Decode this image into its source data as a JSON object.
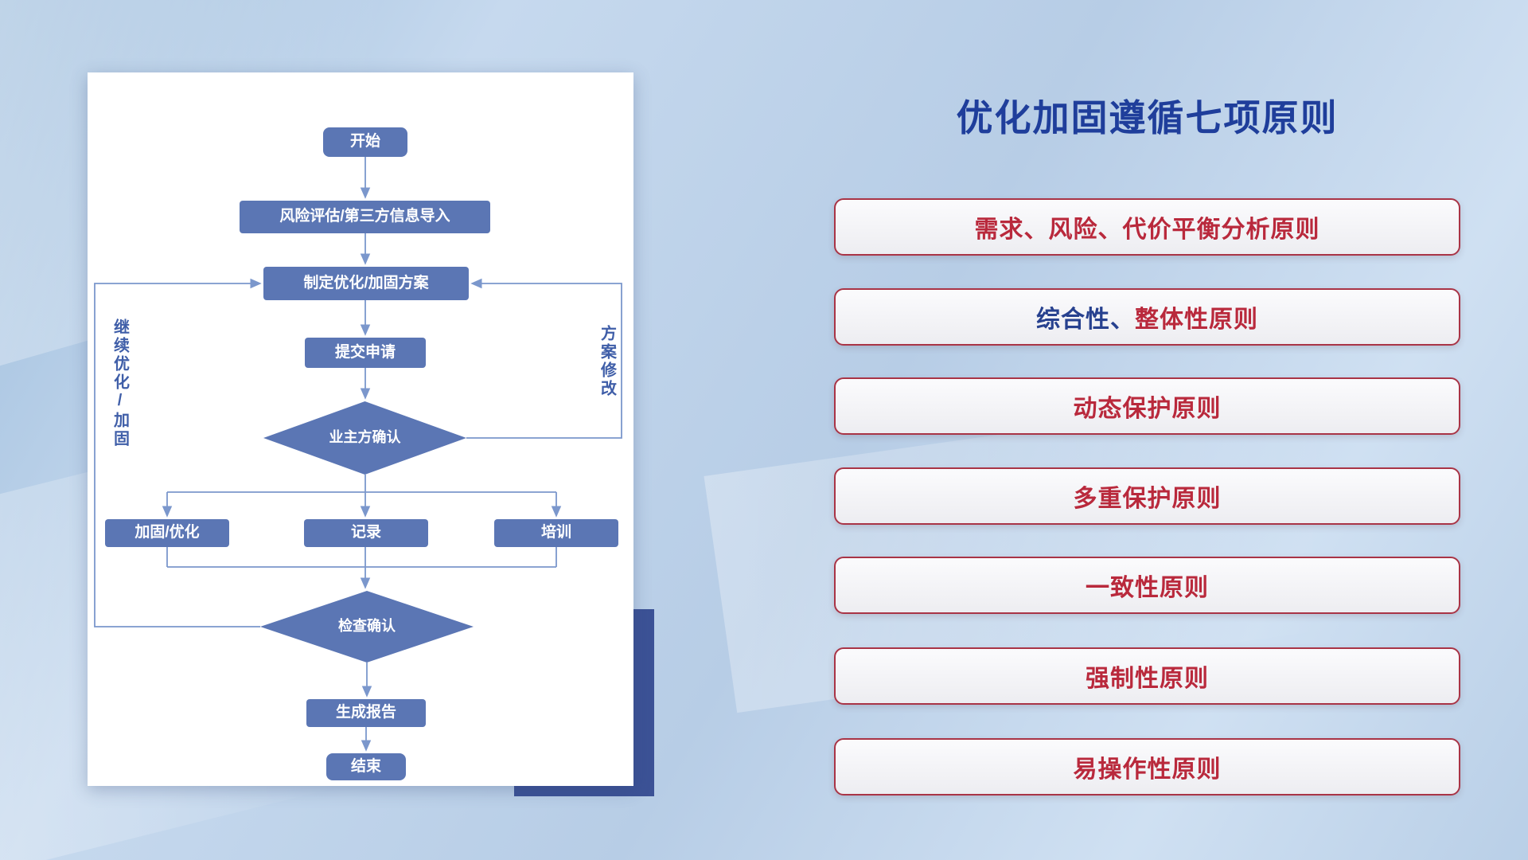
{
  "slide": {
    "title": "优化加固遵循七项原则"
  },
  "flowchart": {
    "nodes": {
      "start": "开始",
      "risk_assessment": "风险评估/第三方信息导入",
      "make_plan": "制定优化/加固方案",
      "submit_request": "提交申请",
      "owner_confirm": "业主方确认",
      "reinforce_optimize": "加固/优化",
      "record": "记录",
      "training": "培训",
      "check_confirm": "检查确认",
      "generate_report": "生成报告",
      "end": "结束"
    },
    "edge_labels": {
      "continue_optimize": "继续优化/加固",
      "plan_modify": "方案修改"
    }
  },
  "principles": [
    {
      "segments": [
        {
          "text": "需求、风险、代价平衡分析原则",
          "color": "#b9293c"
        }
      ]
    },
    {
      "segments": [
        {
          "text": "综合性、",
          "color": "#27418f"
        },
        {
          "text": "整体性原则",
          "color": "#b9293c"
        }
      ]
    },
    {
      "segments": [
        {
          "text": "动态保护原则",
          "color": "#b9293c"
        }
      ]
    },
    {
      "segments": [
        {
          "text": "多重保护原则",
          "color": "#b9293c"
        }
      ]
    },
    {
      "segments": [
        {
          "text": "一致性原则",
          "color": "#b9293c"
        }
      ]
    },
    {
      "segments": [
        {
          "text": "强制性原则",
          "color": "#b9293c"
        }
      ]
    },
    {
      "segments": [
        {
          "text": "易操作性原则",
          "color": "#b9293c"
        }
      ]
    }
  ],
  "colors": {
    "title": "#1f3e9b",
    "principle_red": "#b9293c",
    "principle_blue": "#27418f",
    "principle_border": "#a93446",
    "flow_node_fill": "#5b76b4",
    "flow_line": "#7b97cc",
    "accent_rect": "#3c5296",
    "card_bg": "#ffffff"
  }
}
